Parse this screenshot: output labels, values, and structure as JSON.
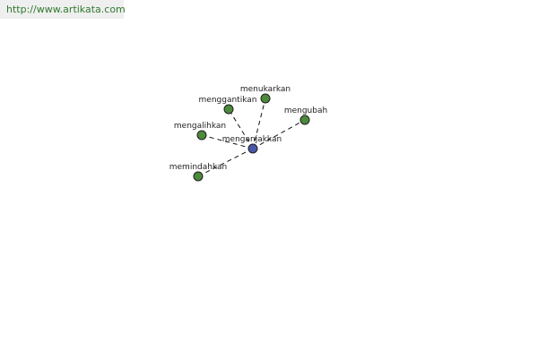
{
  "site": {
    "url": "http://www.artikata.com"
  },
  "colors": {
    "center_node": "#4a56a8",
    "leaf_node": "#4c8a3c",
    "node_stroke": "#1e1e1e",
    "watermark_text": "#2f7a2f"
  },
  "graph": {
    "center": {
      "label": "menganjakkan"
    },
    "leaves": [
      {
        "label": "menukarkan"
      },
      {
        "label": "menggantikan"
      },
      {
        "label": "mengubah"
      },
      {
        "label": "mengalihkan"
      },
      {
        "label": "memindahkan"
      }
    ]
  }
}
